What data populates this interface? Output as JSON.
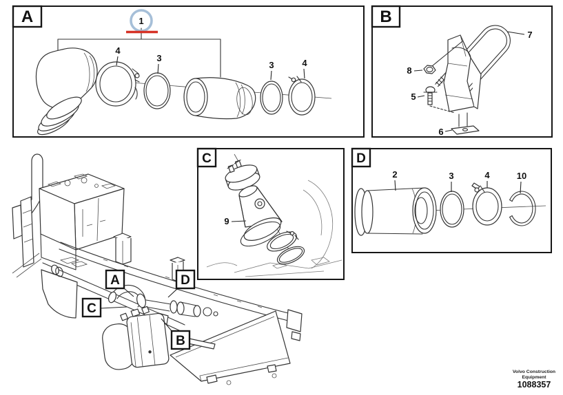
{
  "colors": {
    "highlight_blue": "#a6bfd8",
    "highlight_red": "#d63226",
    "ink": "#333333"
  },
  "panel_a": {
    "label": "A",
    "highlight_callout": "1",
    "label_clamp_left": "4",
    "label_ring_left": "3",
    "label_ring_right": "3",
    "label_clamp_right": "4"
  },
  "panel_b": {
    "label": "B",
    "label_ubolt": "7",
    "label_nut": "8",
    "label_bolt": "5",
    "label_plate": "6"
  },
  "panel_c": {
    "label": "C",
    "label_pipe": "9"
  },
  "panel_d": {
    "label": "D",
    "label_pipe": "2",
    "label_ring": "3",
    "label_clamp": "4",
    "label_snap_ring": "10"
  },
  "chassis": {
    "callout_a": "A",
    "callout_b": "B",
    "callout_c": "C",
    "callout_d": "D"
  },
  "footer": {
    "brand_line_1": "Volvo Construction",
    "brand_line_2": "Equipment",
    "part_number": "1088357"
  }
}
